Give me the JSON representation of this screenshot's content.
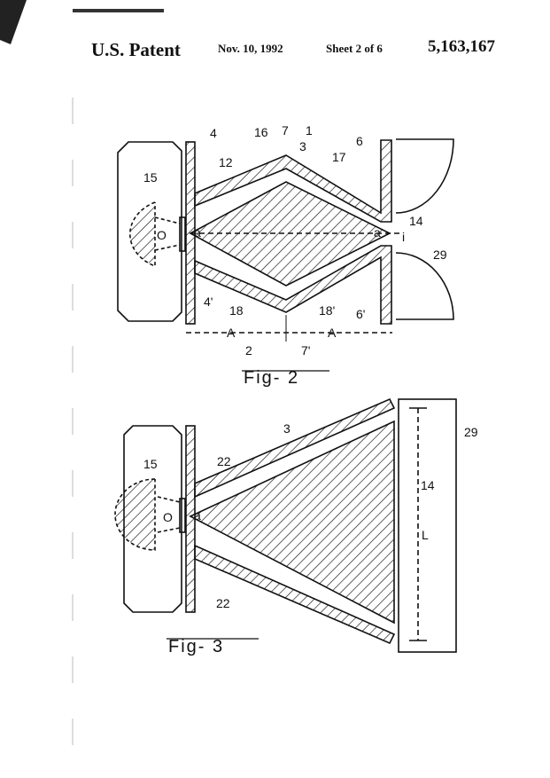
{
  "header": {
    "title": "U.S. Patent",
    "date": "Nov. 10, 1992",
    "sheet": "Sheet 2 of 6",
    "number": "5,163,167"
  },
  "fig2": {
    "caption": "Fig- 2",
    "labels": {
      "l4": "4",
      "l16": "16",
      "l7": "7",
      "l1": "1",
      "l3": "3",
      "l17": "17",
      "l6": "6",
      "l12": "12",
      "l15": "15",
      "lO": "O",
      "la1": "a",
      "la2": "a",
      "l14": "14",
      "li": "i",
      "l29": "29",
      "l4p": "4'",
      "l18": "18",
      "l18p": "18'",
      "l6p": "6'",
      "lA1": "A",
      "lA2": "A",
      "l2": "2",
      "l7p": "7'"
    }
  },
  "fig3": {
    "caption": "Fig- 3",
    "labels": {
      "l3": "3",
      "l29": "29",
      "l22a": "22",
      "l15": "15",
      "lO": "O",
      "la": "a",
      "l14": "14",
      "lL": "L",
      "l22b": "22"
    }
  }
}
